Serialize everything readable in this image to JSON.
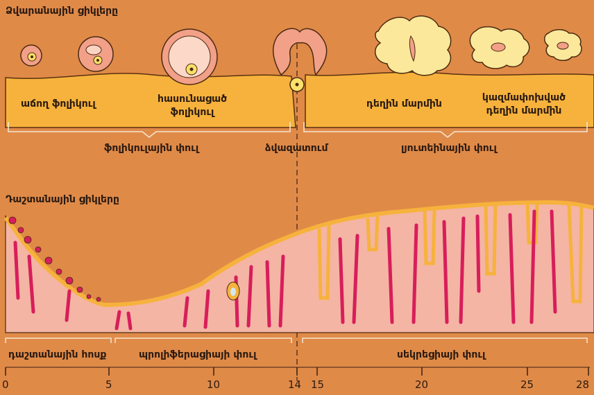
{
  "ovarian": {
    "title": "Ձվարանային ցիկլերը",
    "growing_follicle": "աճող ֆոլիկուլ",
    "mature_follicle": "հասունացած\nֆոլիկուլ",
    "corpus_luteum": "դեղին մարմին",
    "regressing_corpus": "կազմափոխված\nդեղին մարմին",
    "follicular_phase": "ֆոլիկուլային փուլ",
    "ovulation": "ձվազատում",
    "luteal_phase": "լյուտեինային փուլ"
  },
  "uterine": {
    "title": "Դաշտանային ցիկլերը",
    "menses": "դաշտանային հոսք",
    "proliferative": "պրոլիֆերացիայի փուլ",
    "secretory": "սեկրեցիայի փուլ"
  },
  "timeline": {
    "ticks": [
      "0",
      "5",
      "10",
      "14",
      "15",
      "20",
      "25",
      "28"
    ]
  },
  "colors": {
    "background": "#E08A48",
    "band": "#F6B23C",
    "endometrium": "#F4B5A4",
    "gland": "#D81E5B",
    "follicle": "#F2A088",
    "corpus": "#FBE89A"
  }
}
